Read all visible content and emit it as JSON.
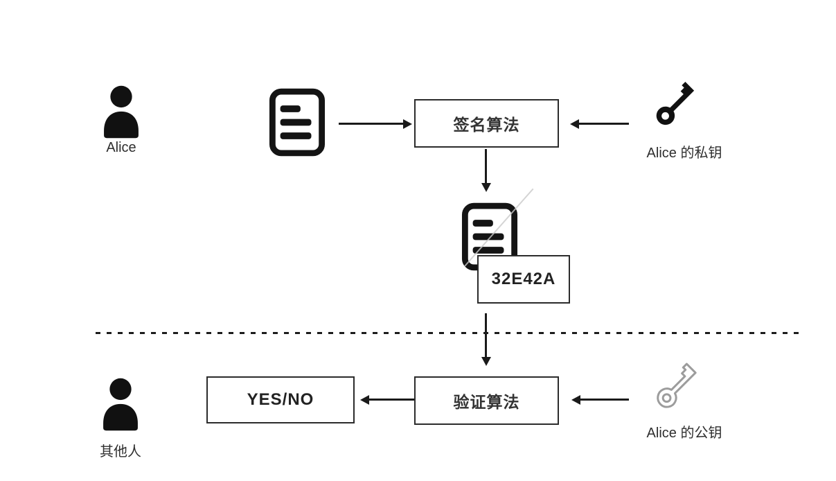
{
  "diagram_title": "digital-signature-sign-and-verify-flow",
  "colors": {
    "background": "#ffffff",
    "ink": "#1a1a1a",
    "box_border": "#2b2b2b",
    "public_key_outline": "#9c9c9c",
    "slash": "#c9c9c9"
  },
  "top_section": {
    "actor_label": "Alice",
    "sign_box_label": "签名算法",
    "private_key_label": "Alice 的私钥",
    "signature_value": "32E42A"
  },
  "bottom_section": {
    "actor_label": "其他人",
    "result_box_label": "YES/NO",
    "verify_box_label": "验证算法",
    "public_key_label": "Alice 的公钥"
  },
  "icons": {
    "alice": "user-icon",
    "others": "user-icon",
    "message": "document-icon",
    "signed_message": "document-icon",
    "private_key": "key-icon-solid",
    "public_key": "key-icon-outline"
  }
}
